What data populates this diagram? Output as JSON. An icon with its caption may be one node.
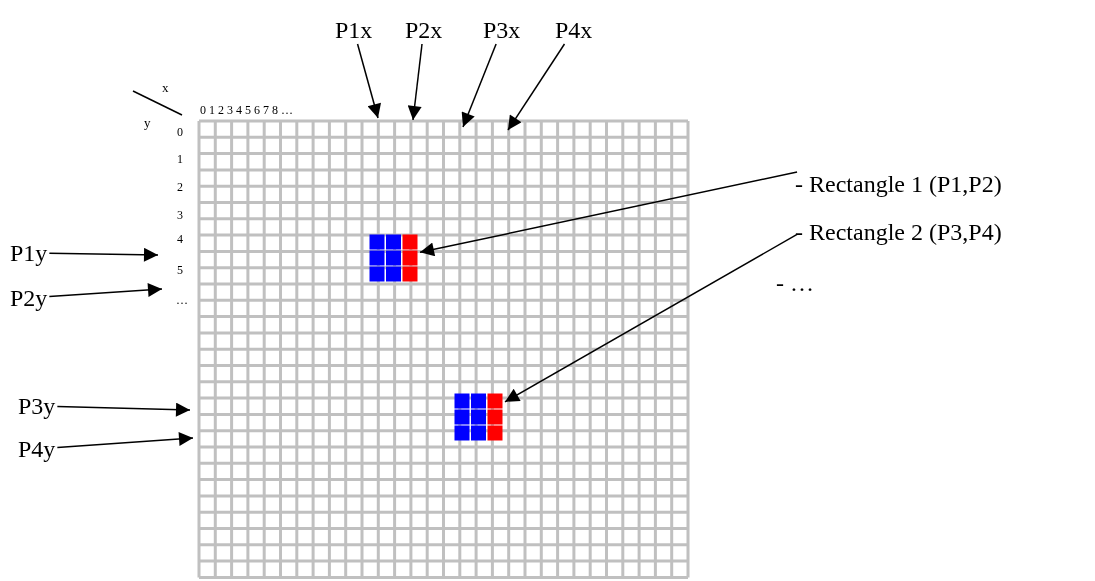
{
  "diagram": {
    "nodes": [
      {
        "text": [
          "P1x"
        ]
      },
      {
        "text": [
          "P2x"
        ]
      },
      {
        "text": [
          "P3x"
        ]
      },
      {
        "text": [
          "P4x"
        ]
      },
      {
        "text": [
          "P1y"
        ]
      },
      {
        "text": [
          "P2y"
        ]
      },
      {
        "text": [
          "P3y"
        ]
      },
      {
        "text": [
          "P4y"
        ]
      },
      {
        "text": [
          "- Rectangle 1 (P1,P2)"
        ]
      },
      {
        "text": [
          "- Rectangle 2 (P3,P4)"
        ]
      },
      {
        "text": [],
        "shape": "box"
      },
      {
        "text": [],
        "shape": "box"
      }
    ],
    "edges": [
      {
        "from": 0,
        "to": null,
        "arrow": "to"
      },
      {
        "from": 1,
        "to": null,
        "arrow": "to"
      },
      {
        "from": 2,
        "to": null,
        "arrow": "to"
      },
      {
        "from": 3,
        "to": null,
        "arrow": "to"
      },
      {
        "from": 4,
        "to": null,
        "arrow": "to"
      },
      {
        "from": 5,
        "to": null,
        "arrow": "to"
      },
      {
        "from": 6,
        "to": null,
        "arrow": "to"
      },
      {
        "from": 7,
        "to": null,
        "arrow": "to"
      },
      {
        "from": 8,
        "to": 10,
        "arrow": "to"
      },
      {
        "from": 9,
        "to": 11,
        "arrow": "to"
      }
    ],
    "labels": [
      "x",
      "y",
      "0 1 2 3 4 5 6 7 8 …",
      "0",
      "1",
      "2",
      "3",
      "4",
      "5",
      "…",
      "- …"
    ]
  }
}
